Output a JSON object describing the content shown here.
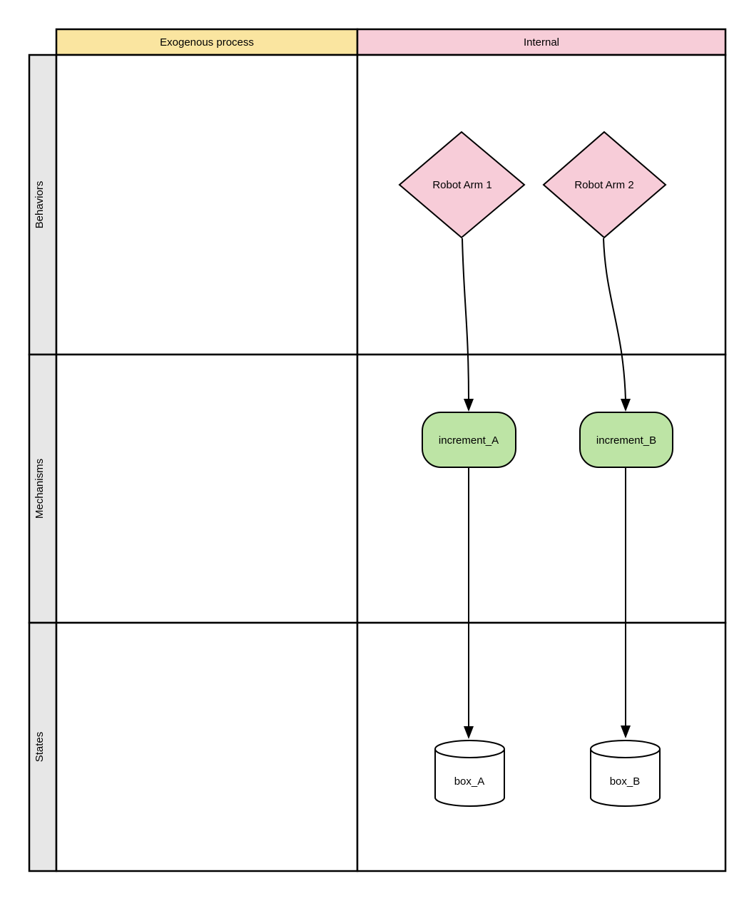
{
  "diagram": {
    "headers": {
      "exogenous": "Exogenous process",
      "internal": "Internal"
    },
    "rows": [
      {
        "label": "Behaviors"
      },
      {
        "label": "Mechanisms"
      },
      {
        "label": "States"
      }
    ],
    "nodes": {
      "robot_arm_1": "Robot Arm 1",
      "robot_arm_2": "Robot Arm 2",
      "increment_a": "increment_A",
      "increment_b": "increment_B",
      "box_a": "box_A",
      "box_b": "box_B"
    },
    "colors": {
      "header_yellow": "#FAE5A0",
      "header_pink": "#F7CDD8",
      "diamond_pink": "#F7CCD8",
      "mechanism_green": "#BDE4A5",
      "label_gray": "#E7E7E7",
      "cell_white": "#FFFFFF",
      "stroke": "#000000"
    }
  }
}
